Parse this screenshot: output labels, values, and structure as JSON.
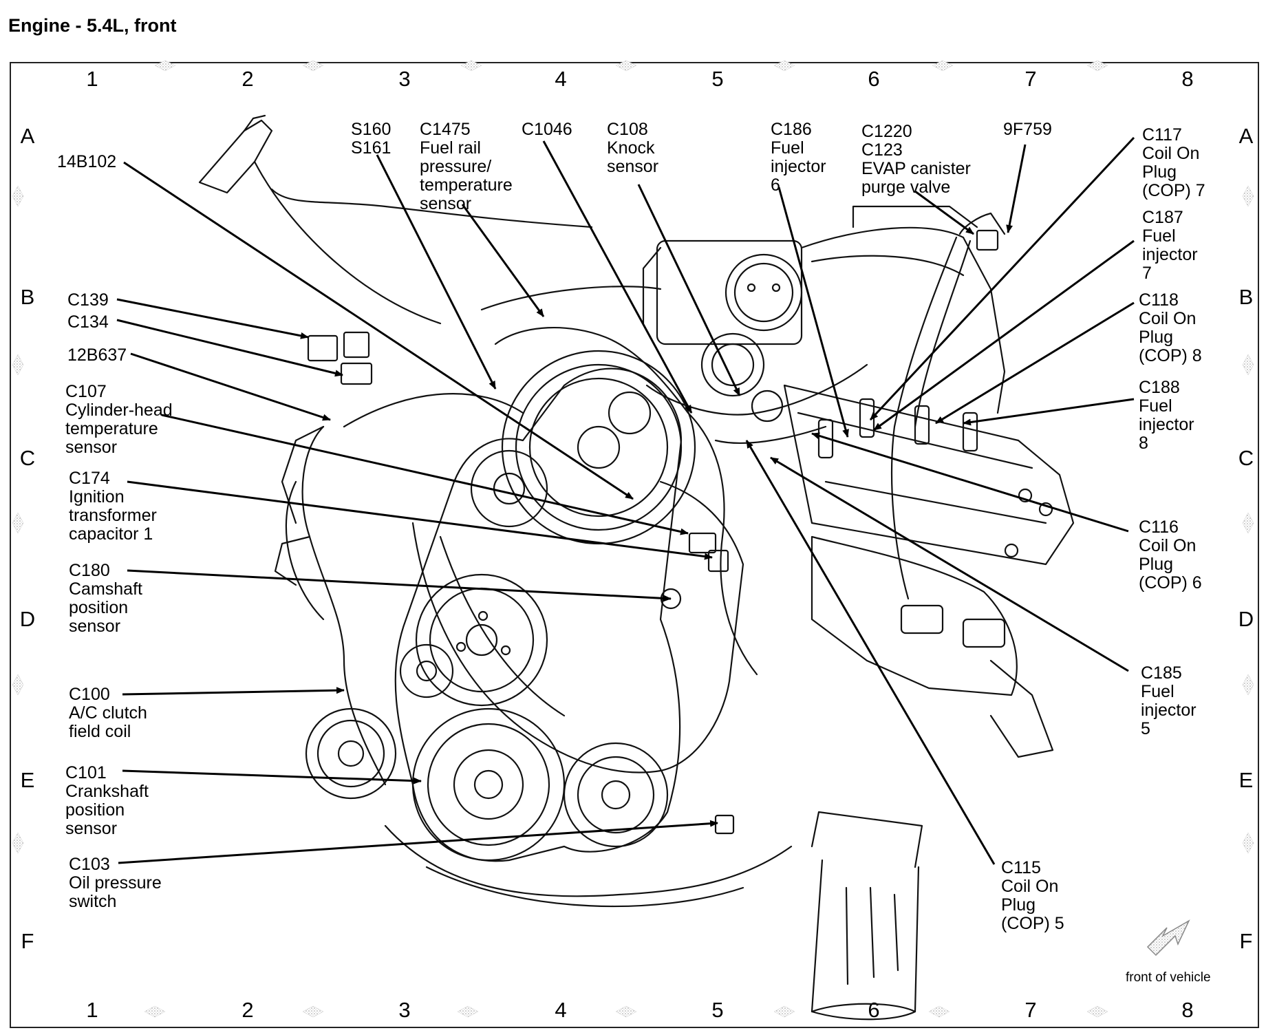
{
  "title": "Engine - 5.4L, front",
  "grid": {
    "columns": [
      "1",
      "2",
      "3",
      "4",
      "5",
      "6",
      "7",
      "8"
    ],
    "rows": [
      "A",
      "B",
      "C",
      "D",
      "E",
      "F"
    ]
  },
  "callouts": {
    "c14b102": "14B102",
    "s160": "S160\nS161",
    "c1475": "C1475\nFuel rail\npressure/\ntemperature\nsensor",
    "c1046": "C1046",
    "c108": "C108\nKnock\nsensor",
    "c186": "C186\nFuel\ninjector\n6",
    "c1220": "C1220\nC123\nEVAP canister\npurge valve",
    "f9f759": "9F759",
    "c117": "C117\nCoil On\nPlug\n(COP) 7",
    "c187": "C187\nFuel\ninjector\n7",
    "c118": "C118\nCoil On\nPlug\n(COP) 8",
    "c188": "C188\nFuel\ninjector\n8",
    "c116": "C116\nCoil On\nPlug\n(COP) 6",
    "c185": "C185\nFuel\ninjector\n5",
    "c115": "C115\nCoil On\nPlug\n(COP) 5",
    "c139": "C139",
    "c134": "C134",
    "c12b637": "12B637",
    "c107": "C107\nCylinder-head\ntemperature\nsensor",
    "c174": "C174\nIgnition\ntransformer\ncapacitor 1",
    "c180": "C180\nCamshaft\nposition\nsensor",
    "c100": "C100\nA/C clutch\nfield coil",
    "c101": "C101\nCrankshaft\nposition\nsensor",
    "c103": "C103\nOil pressure\nswitch"
  },
  "front_of_vehicle": "front of vehicle"
}
